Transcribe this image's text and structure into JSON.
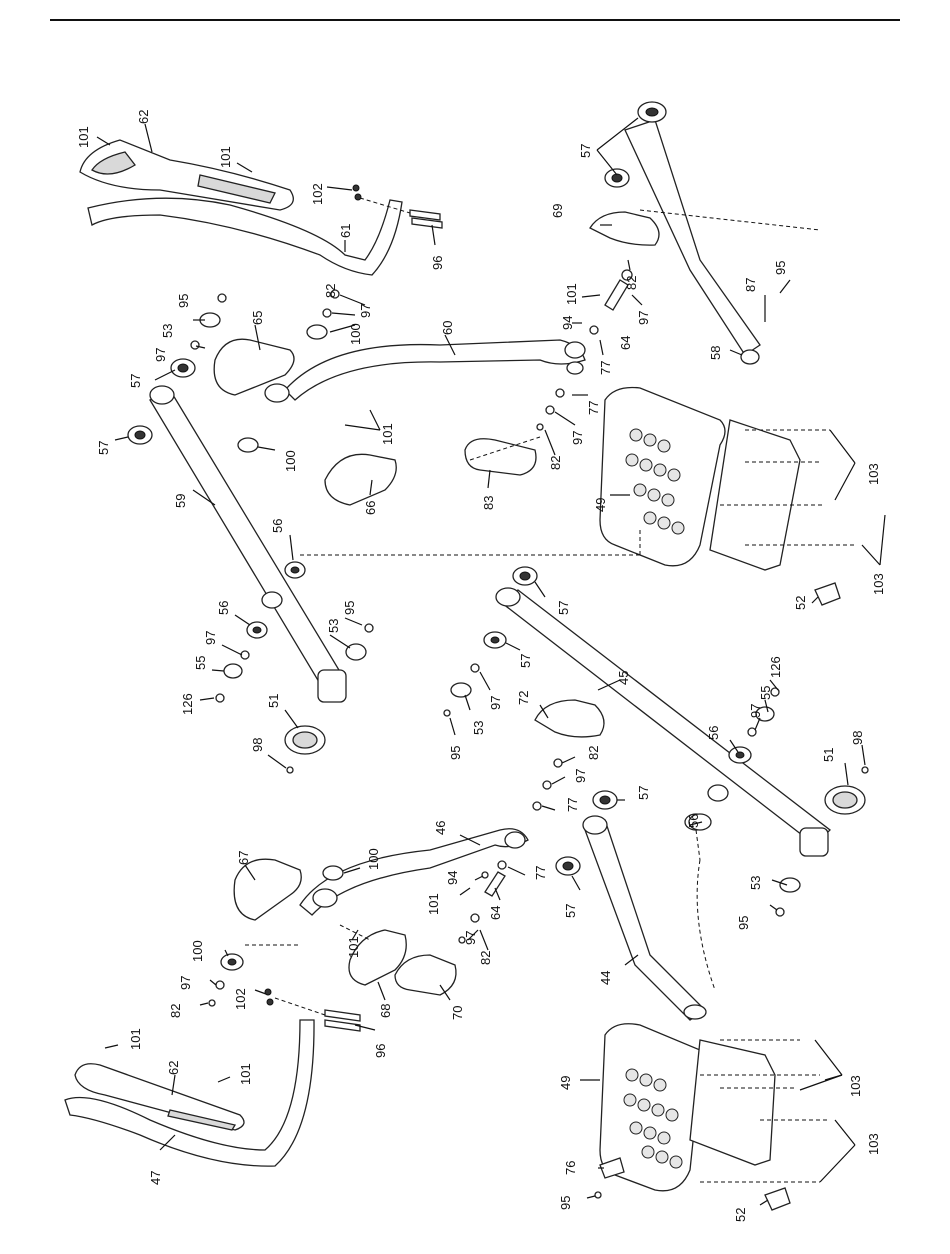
{
  "labels": {
    "l101a": "101",
    "l62a": "62",
    "l101b": "101",
    "l102a": "102",
    "l61": "61",
    "l96a": "96",
    "l69": "69",
    "l57a": "57",
    "l82a": "82",
    "l101c": "101",
    "l94a": "94",
    "l97a": "97",
    "l64a": "64",
    "l77a": "77",
    "l87": "87",
    "l95a": "95",
    "l58": "58",
    "l82b": "82",
    "l95b": "95",
    "l53a": "53",
    "l97b": "97",
    "l65": "65",
    "l97c": "97",
    "l100a": "100",
    "l57b": "57",
    "l60": "60",
    "l77b": "77",
    "l97d": "97",
    "l82c": "82",
    "l57c": "57",
    "l100b": "100",
    "l101d": "101",
    "l66": "66",
    "l83": "83",
    "l49a": "49",
    "l103a": "103",
    "l59": "59",
    "l56a": "56",
    "l103b": "103",
    "l52a": "52",
    "l56b": "56",
    "l95c": "95",
    "l53b": "53",
    "l97e": "97",
    "l55a": "55",
    "l126a": "126",
    "l51a": "51",
    "l98a": "98",
    "l57d": "57",
    "l57e": "57",
    "l45": "45",
    "l97f": "97",
    "l53c": "53",
    "l95d": "95",
    "l72": "72",
    "l126b": "126",
    "l55b": "55",
    "l97g": "97",
    "l56c": "56",
    "l82d": "82",
    "l97h": "97",
    "l51b": "51",
    "l98b": "98",
    "l77c": "77",
    "l57f": "57",
    "l46": "46",
    "l56d": "56",
    "l67": "67",
    "l100c": "100",
    "l94b": "94",
    "l101e": "101",
    "l77d": "77",
    "l64b": "64",
    "l57g": "57",
    "l53d": "53",
    "l95e": "95",
    "l100d": "100",
    "l97i": "97",
    "l82e": "82",
    "l102b": "102",
    "l101f": "101",
    "l68": "68",
    "l70": "70",
    "l96b": "96",
    "l82f": "82",
    "l97j": "97",
    "l101g": "101",
    "l62b": "62",
    "l101h": "101",
    "l44": "44",
    "l49b": "49",
    "l103c": "103",
    "l47": "47",
    "l76": "76",
    "l95f": "95",
    "l103d": "103",
    "l52b": "52"
  }
}
